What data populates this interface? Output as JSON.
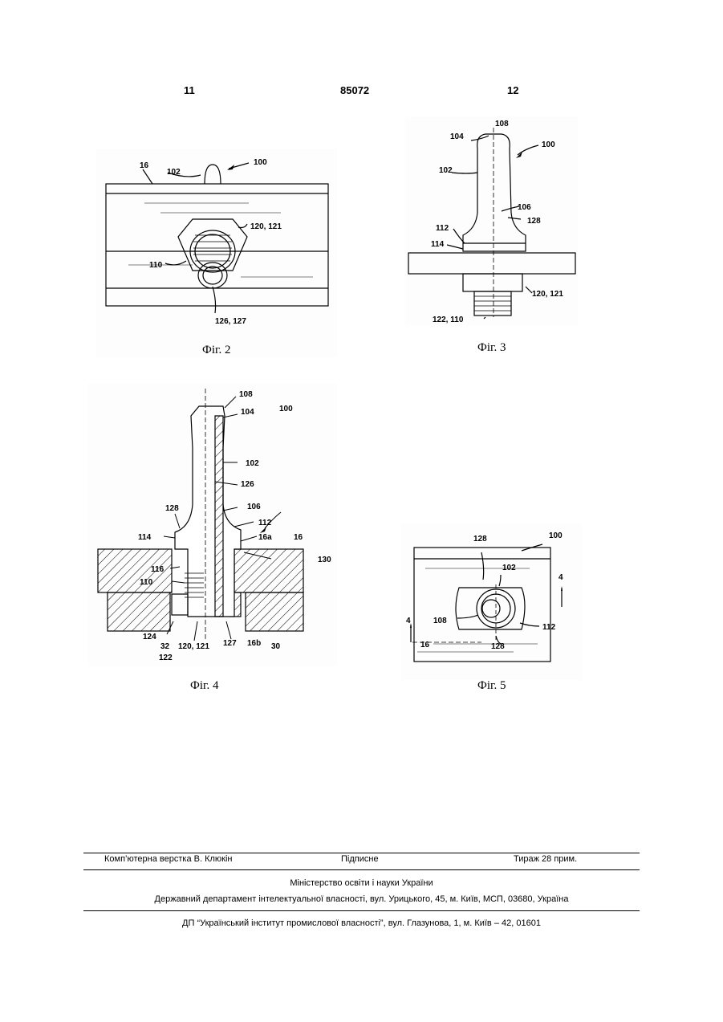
{
  "header": {
    "left_page": "11",
    "patent_number": "85072",
    "right_page": "12"
  },
  "figures": {
    "fig2": {
      "caption": "Фіг. 2",
      "labels": {
        "l16": "16",
        "l102": "102",
        "l100": "100",
        "l120": "120, 121",
        "l110": "110",
        "l126": "126, 127"
      }
    },
    "fig3": {
      "caption": "Фіг. 3",
      "labels": {
        "l108": "108",
        "l104": "104",
        "l100": "100",
        "l102": "102",
        "l106": "106",
        "l128": "128",
        "l112": "112",
        "l114": "114",
        "l120": "120, 121",
        "l122": "122, 110"
      }
    },
    "fig4": {
      "caption": "Фіг. 4",
      "labels": {
        "l108": "108",
        "l104": "104",
        "l100": "100",
        "l102": "102",
        "l126": "126",
        "l106": "106",
        "l128": "128",
        "l112": "112",
        "l114": "114",
        "l16a": "16a",
        "l16": "16",
        "l116": "116",
        "l130": "130",
        "l110": "110",
        "l124": "124",
        "l32": "32",
        "l122": "122",
        "l120": "120, 121",
        "l127": "127",
        "l16b": "16b",
        "l30": "30"
      }
    },
    "fig5": {
      "caption": "Фіг. 5",
      "labels": {
        "l128a": "128",
        "l100": "100",
        "l102": "102",
        "l4a": "4",
        "l108": "108",
        "l4b": "4",
        "l112": "112",
        "l16": "16",
        "l128b": "128"
      }
    }
  },
  "footer": {
    "layout_credit": "Комп’ютерна верстка В. Клюкін",
    "signed": "Підписне",
    "circulation": "Тираж 28 прим.",
    "ministry": "Міністерство освіти і науки України",
    "department": "Державний департамент інтелектуальної власності, вул. Урицького, 45, м. Київ, МСП, 03680, Україна",
    "institute": "ДП “Український інститут промислової власності”, вул. Глазунова, 1, м. Київ – 42, 01601"
  }
}
